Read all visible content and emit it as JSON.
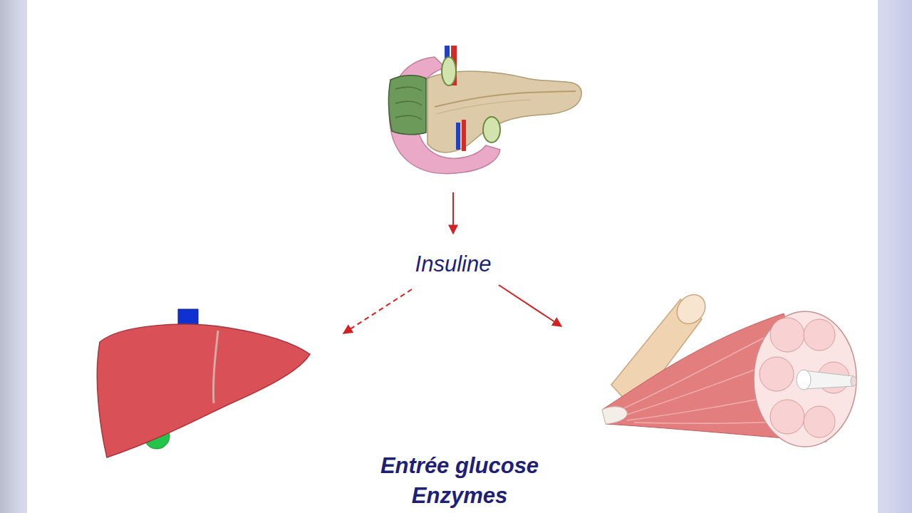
{
  "diagram": {
    "labels": [
      "Insuline",
      "Entrée glucose",
      "Enzymes"
    ]
  }
}
